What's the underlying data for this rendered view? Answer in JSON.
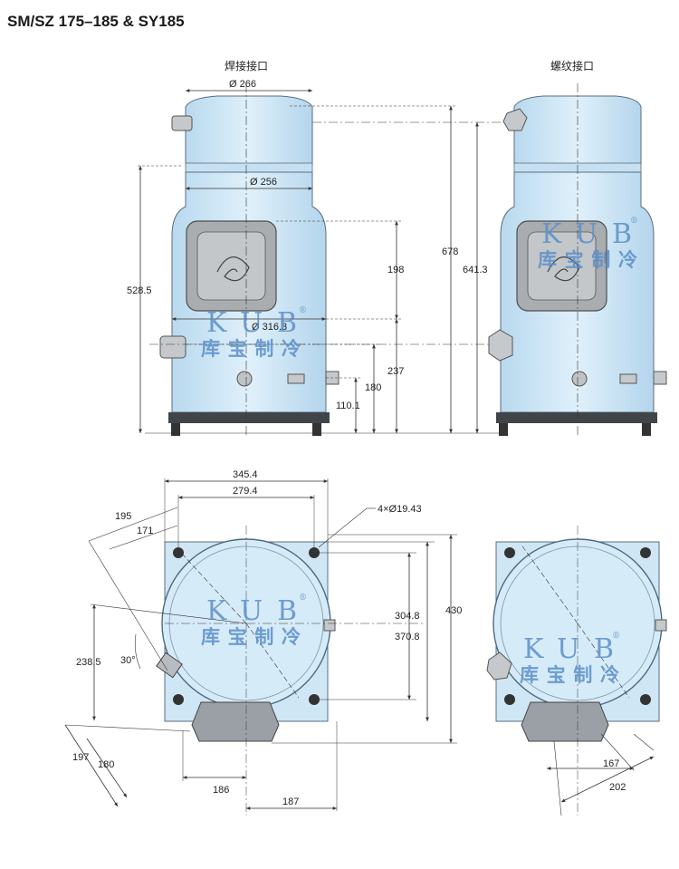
{
  "title": "SM/SZ 175–185 & SY185",
  "views": {
    "left_caption": "焊接接口",
    "right_caption": "螺纹接口"
  },
  "dimensions": {
    "d266": "Ø 266",
    "d256": "Ø 256",
    "d316": "Ø 316.3",
    "h678": "678",
    "h641": "641.3",
    "h528": "528.5",
    "h198": "198",
    "h237": "237",
    "h180": "180",
    "h110": "110.1",
    "w345": "345.4",
    "w279": "279.4",
    "holes": "4×Ø19.43",
    "h304": "304.8",
    "h370": "370.8",
    "h430": "430",
    "a195": "195",
    "a171": "171",
    "a238": "238.5",
    "ang30": "30°",
    "a197": "197",
    "a180": "180",
    "b186": "186",
    "b187": "187",
    "r167": "167",
    "r202": "202"
  },
  "watermark": {
    "latin": "KUB",
    "chinese": "库宝制冷",
    "reg": "®"
  },
  "colors": {
    "body": "#cfe6f5",
    "body_edge": "#5a6e80",
    "dim_line": "#333333",
    "watermark": "#5b8fc9"
  }
}
